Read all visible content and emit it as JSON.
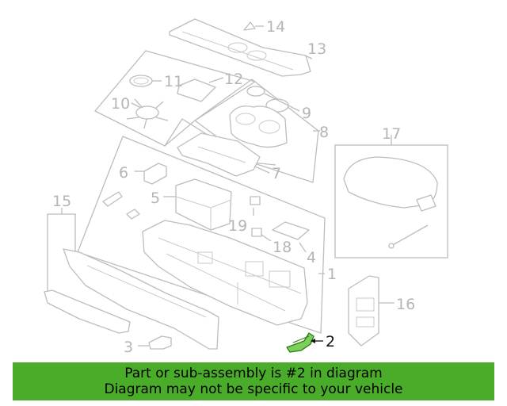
{
  "callouts": {
    "c1": "1",
    "c2": "2",
    "c3": "3",
    "c4": "4",
    "c5": "5",
    "c6": "6",
    "c7": "7",
    "c8": "8",
    "c9": "9",
    "c10": "10",
    "c11": "11",
    "c12": "12",
    "c13": "13",
    "c14": "14",
    "c15": "15",
    "c16": "16",
    "c17": "17",
    "c18": "18",
    "c19": "19"
  },
  "highlight": {
    "part_number": "2",
    "color": "#4aad2a"
  },
  "banner": {
    "line1": "Part or sub-assembly is #2 in diagram",
    "line2": "Diagram may not be specific to your vehicle",
    "background": "#4aad2a"
  }
}
